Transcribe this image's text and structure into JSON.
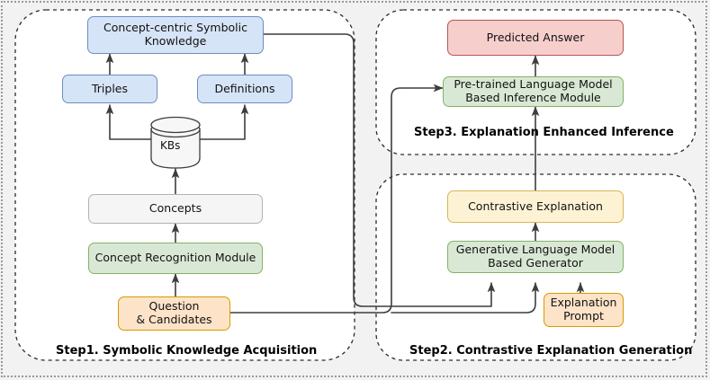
{
  "diagram": {
    "title": "Three-step framework: symbolic knowledge acquisition, contrastive explanation generation, explanation enhanced inference",
    "steps": [
      {
        "id": "step1",
        "label": "Step1. Symbolic Knowledge Acquisition"
      },
      {
        "id": "step2",
        "label": "Step2. Contrastive Explanation Generation"
      },
      {
        "id": "step3",
        "label": "Step3. Explanation Enhanced Inference"
      }
    ],
    "nodes": [
      {
        "id": "concept-centric",
        "label": "Concept-centric Symbolic Knowledge",
        "color": "blue"
      },
      {
        "id": "triples",
        "label": "Triples",
        "color": "blue"
      },
      {
        "id": "definitions",
        "label": "Definitions",
        "color": "blue"
      },
      {
        "id": "kbs",
        "label": "KBs",
        "color": "cylinder"
      },
      {
        "id": "concepts",
        "label": "Concepts",
        "color": "gray"
      },
      {
        "id": "concept-recognition",
        "label": "Concept Recognition Module",
        "color": "green"
      },
      {
        "id": "question-candidates",
        "label": "Question & Candidates",
        "color": "orange"
      },
      {
        "id": "predicted-answer",
        "label": "Predicted Answer",
        "color": "red"
      },
      {
        "id": "inference-module",
        "label": "Pre-trained Language Model Based Inference Module",
        "color": "green"
      },
      {
        "id": "contrastive-explanation",
        "label": "Contrastive Explanation",
        "color": "yellow"
      },
      {
        "id": "generator",
        "label": "Generative Language Model Based Generator",
        "color": "green"
      },
      {
        "id": "explanation-prompt",
        "label": "Explanation Prompt",
        "color": "orange"
      }
    ],
    "node_lines": {
      "concept_centric_l1": "Concept-centric Symbolic",
      "concept_centric_l2": "Knowledge",
      "triples": "Triples",
      "definitions": "Definitions",
      "kbs": "KBs",
      "concepts": "Concepts",
      "concept_recognition": "Concept Recognition Module",
      "question_l1": "Question",
      "question_l2": "& Candidates",
      "predicted_answer": "Predicted Answer",
      "inference_l1": "Pre-trained Language Model",
      "inference_l2": "Based Inference Module",
      "contrastive_explanation": "Contrastive Explanation",
      "generator_l1": "Generative Language Model",
      "generator_l2": "Based Generator",
      "prompt_l1": "Explanation",
      "prompt_l2": "Prompt"
    },
    "colors": {
      "blue_fill": "#d6e4f7",
      "blue_stroke": "#6c8ebf",
      "green_fill": "#d9e8d4",
      "green_stroke": "#82b366",
      "gray_fill": "#f5f5f5",
      "gray_stroke": "#b3b3b3",
      "orange_fill": "#fde3c8",
      "orange_stroke": "#d79b00",
      "yellow_fill": "#fdf3d4",
      "yellow_stroke": "#d6b656",
      "red_fill": "#f6cfcd",
      "red_stroke": "#b85450",
      "background": "#f2f2f2",
      "edge_stroke": "#3d3d3d"
    }
  }
}
